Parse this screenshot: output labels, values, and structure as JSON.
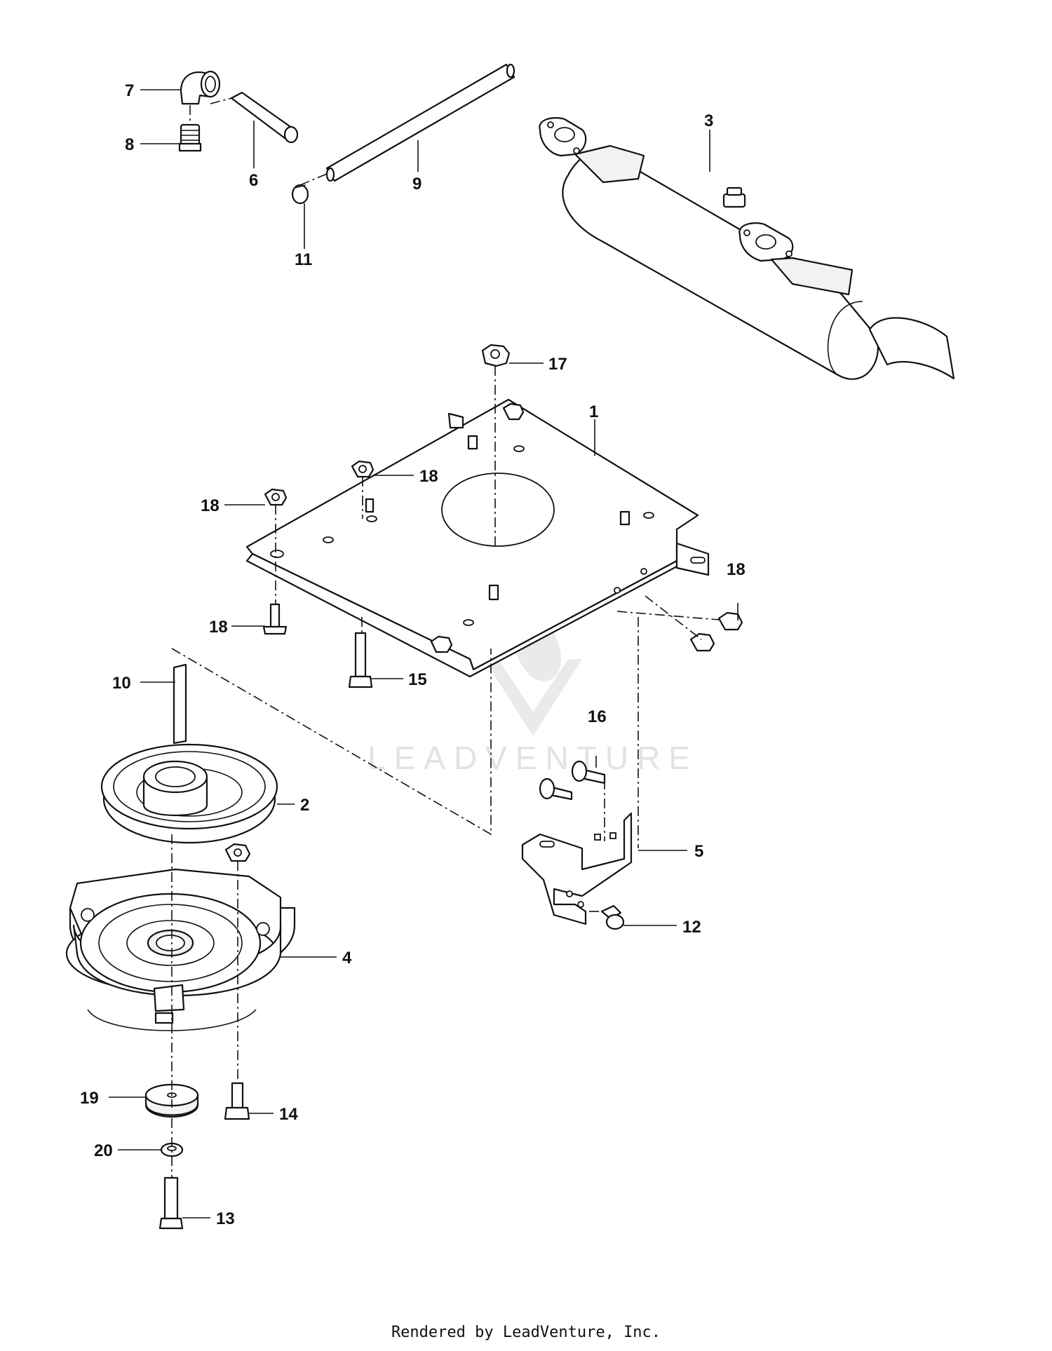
{
  "callouts": {
    "c1": "1",
    "c2": "2",
    "c3": "3",
    "c4": "4",
    "c5": "5",
    "c6": "6",
    "c7": "7",
    "c8": "8",
    "c9": "9",
    "c10": "10",
    "c11": "11",
    "c12": "12",
    "c13": "13",
    "c14": "14",
    "c15": "15",
    "c16": "16",
    "c17": "17",
    "c18a": "18",
    "c18b": "18",
    "c18c": "18",
    "c18d": "18",
    "c19": "19",
    "c20": "20"
  },
  "watermark": {
    "text": "LEADVENTURE"
  },
  "footer": {
    "text": "Rendered by LeadVenture, Inc."
  },
  "colors": {
    "line": "#111111",
    "background": "#ffffff",
    "watermark": "#d9d9d9"
  }
}
